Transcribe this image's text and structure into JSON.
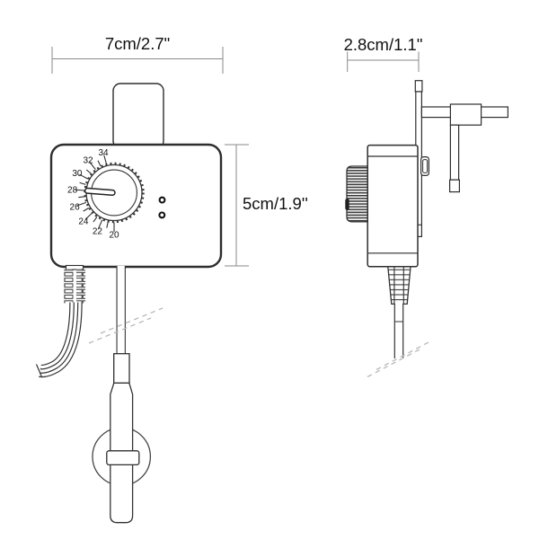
{
  "diagram": {
    "dimension_labels": {
      "width": "7cm/2.7\"",
      "depth": "2.8cm/1.1\"",
      "height": "5cm/1.9''"
    },
    "dial": {
      "values": [
        20,
        22,
        24,
        26,
        28,
        30,
        32,
        34
      ],
      "pointer_value": 28
    },
    "leds": {
      "count": 2
    },
    "colors": {
      "line": "#2e2e2e",
      "dimension_line": "#8a8a8a",
      "break_dash": "#b8b8b8",
      "text": "#111111",
      "background": "#ffffff"
    }
  }
}
